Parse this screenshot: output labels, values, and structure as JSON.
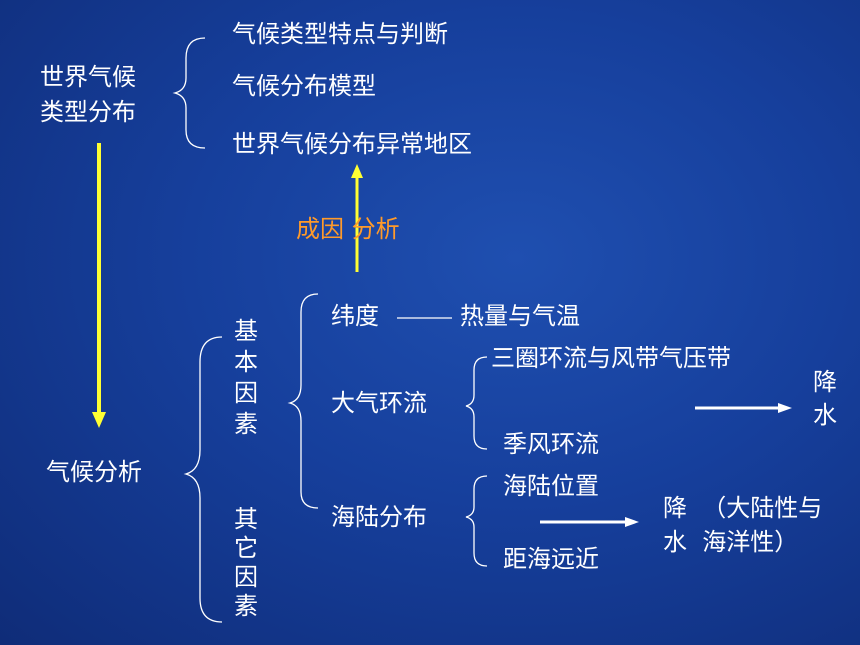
{
  "title_block": {
    "line1": "世界气候",
    "line2": "类型分布"
  },
  "top_items": [
    "气候类型特点与判断",
    "气候分布模型",
    "世界气候分布异常地区"
  ],
  "cause_label": "成因 分析",
  "climate_analysis": "气候分析",
  "basic_factors": [
    "基",
    "本",
    "因",
    "素"
  ],
  "other_factors": [
    "其",
    "它",
    "因",
    "素"
  ],
  "latitude": "纬度",
  "latitude_result": "热量与气温",
  "atmos_circulation": "大气环流",
  "circulation_items": [
    "三圈环流与风带气压带",
    "季风环流"
  ],
  "precip_vertical": [
    "降",
    "水"
  ],
  "land_sea": "海陆分布",
  "land_sea_items": [
    "海陆位置",
    "距海远近"
  ],
  "precip_2_line1": "降  （大陆性与",
  "precip_2_line2": "水  海洋性）",
  "colors": {
    "accent_yellow": "#ffff33",
    "orange": "#ff9a2a",
    "white": "#ffffff"
  }
}
